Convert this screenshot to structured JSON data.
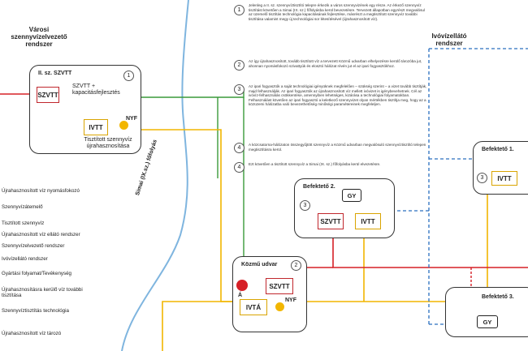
{
  "titles": {
    "city_sewer": "Városi szennyvízelvezető rendszer",
    "drinking_water": "Ivóvízellátó rendszer",
    "river": "Simai (IX.sz.) főfolyás"
  },
  "boxes": {
    "szvtt2": {
      "title": "II. sz. SZVTT",
      "num": "1",
      "szvtt": "SZVTT",
      "desc": "SZVTT + kapacitásfejlesztés",
      "ivtt": "IVTT",
      "nyf": "NYF",
      "sub": "Tisztított szennyvíz újrahasznosítása"
    },
    "kozmu": {
      "title": "Közmű udvar",
      "num": "2",
      "szvtt": "SZVTT",
      "ivta": "IVTÁ",
      "nyf": "NYF",
      "a": "Á"
    },
    "bef1": {
      "title": "Befektető 1.",
      "num": "3",
      "ivtt": "IVTT"
    },
    "bef2": {
      "title": "Befektető 2.",
      "num": "3",
      "gy": "GY",
      "szvtt": "SZVTT",
      "ivtt": "IVTT"
    },
    "bef3": {
      "title": "Befektető 3.",
      "gy": "GY"
    }
  },
  "steps": [
    {
      "num": "1",
      "text": "Jelenleg a II. sz. szennyvíztisztító telepre érkezik a város szennyvizének egy része. Az érkező szennyvíz tisztítást követően a Simai (IX. sz.) főfolyásba kerül bevezetésre. Tervezett állapotban egyrészt megvalósul az üzemelő tisztítás technológia kapacitásának fejlesztése, másrészt a megtisztított szennyvíz további tisztítása valamint megy új technológiai sor létesítésével (újrahasznosított víz)."
    },
    {
      "num": "2",
      "text": "Az így újrahasznosított, tovább tisztított víz a tervezett Közmű udvarban elhelyezésre kerülő tározóba jut, ahonnan nyomásfokozó szivattyúk és elosztó hálózat révén jut el az ipari fogyasztókhoz."
    },
    {
      "num": "3",
      "text": "Az ipari fogyasztók a saját technológiai igényüknek megfelelően – szükség szerint – a vizet tovább tisztítják, majd felhasználják. Az ipari fogyasztók az újrahasznosított víz mellett ivóvizet is igénybevehetnek. Cél az ivóvíz-felhasználás csökkentése, amennyiben lehetséges, kizárása a technológiai folyamatokban. Felhasználást követően az ipari fogyasztó a keletkező szennyvizet olyan mértékben tisztítja meg, hogy az a közüzemi hálózatba való bevezethetőség minőségi paramétereinek megfeleljen."
    },
    {
      "num": "4",
      "text": "A közcsatorna-hálózaton összegyűjtött szennyvíz a Közmű udvarban megvalósuló szennyvíztisztító telepen megtisztításra kerül."
    },
    {
      "num": "4",
      "text": "Ezt követően a tisztított szennyvíz a Simai (IX. sz.) főfolyásba kerül elvezetésre."
    }
  ],
  "legend": [
    "Újrahasznosított víz nyomásfokozó",
    "Szennyvízátemelő",
    "Tisztított szennyvíz",
    "Újrahasznosított víz ellátó rendszer",
    "Szennyvízelvezető rendszer",
    "Ivóvízellátó rendszer",
    "Gyártási folyamat/Tevékenység",
    "Újrahasznosításra kerülő víz további tisztítása",
    "Szennyvíztisztítás technológia",
    "Újrahasznosított víz tározó"
  ],
  "colors": {
    "sewer": "#d62027",
    "treated": "#3a9a3a",
    "reuse": "#f2b600",
    "drinking": "#2a6fbf",
    "river": "#7fb5df"
  }
}
